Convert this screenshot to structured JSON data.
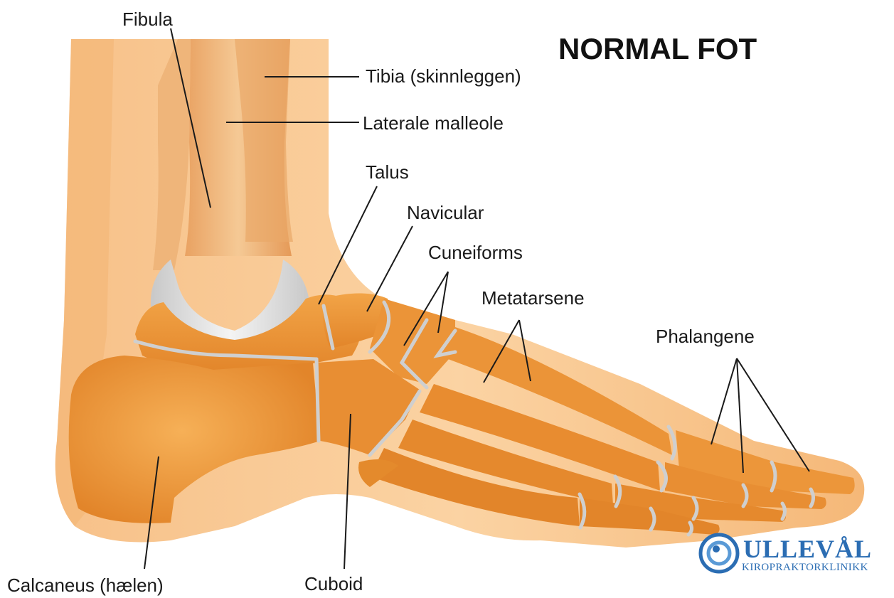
{
  "title": "NORMAL FOT",
  "labels": {
    "fibula": "Fibula",
    "tibia": "Tibia (skinnleggen)",
    "lateral_malleolus": "Laterale malleole",
    "talus": "Talus",
    "navicular": "Navicular",
    "cuneiforms": "Cuneiforms",
    "metatarsals": "Metatarsene",
    "phalanges": "Phalangene",
    "calcaneus": "Calcaneus (hælen)",
    "cuboid": "Cuboid"
  },
  "logo": {
    "name": "ULLEVÅL",
    "subtitle": "KIROPRAKTORKLINIKK"
  },
  "colors": {
    "skin": "#f7c48a",
    "bone": "#e8902f",
    "bone_light": "#f4ab55",
    "cartilage": "#dcdcdc",
    "logo_blue": "#2b6db3"
  }
}
